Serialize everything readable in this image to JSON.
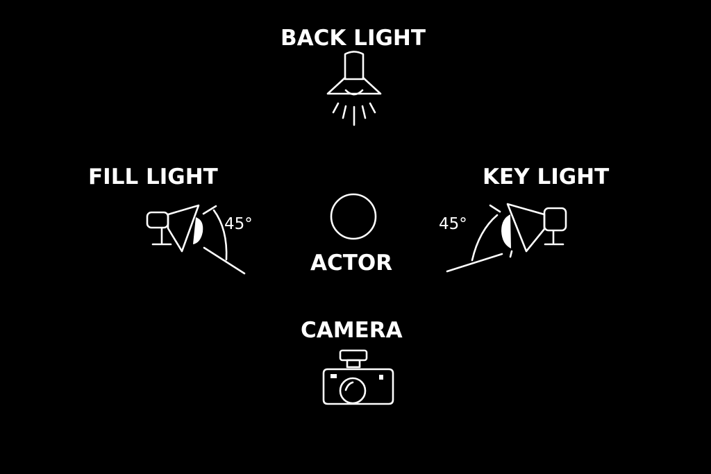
{
  "colors": {
    "background": "#000000",
    "foreground": "#ffffff"
  },
  "labels": {
    "back_light": "BACK LIGHT",
    "fill_light": "FILL LIGHT",
    "key_light": "KEY LIGHT",
    "actor": "ACTOR",
    "camera": "CAMERA",
    "fill_angle": "45°",
    "key_angle": "45°"
  },
  "icons": {
    "back_light": "downlight-lamp-icon",
    "fill_light": "studio-spotlight-icon",
    "key_light": "studio-spotlight-icon",
    "actor": "circle-icon",
    "camera": "camera-icon"
  }
}
